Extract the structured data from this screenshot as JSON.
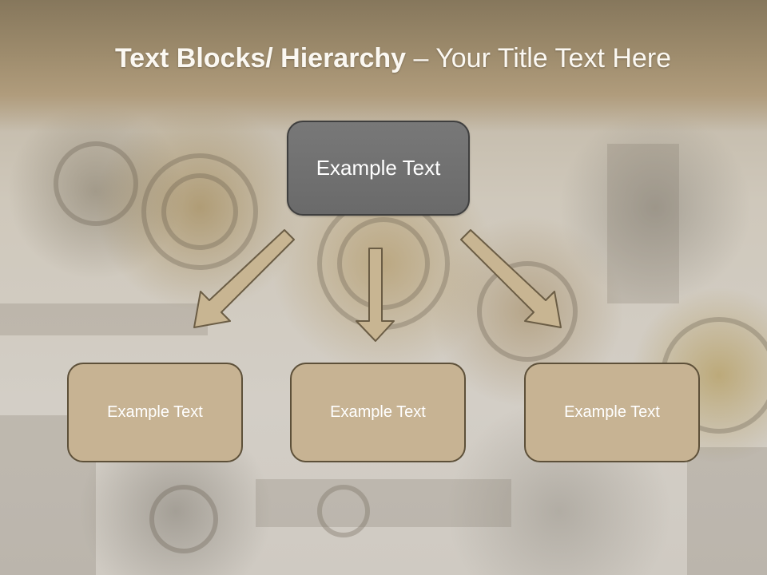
{
  "slide": {
    "title_bold": "Text Blocks/ Hierarchy",
    "title_rest": " – Your Title Text Here"
  },
  "hierarchy": {
    "top": {
      "label": "Example Text"
    },
    "children": [
      {
        "label": "Example Text"
      },
      {
        "label": "Example Text"
      },
      {
        "label": "Example Text"
      }
    ]
  },
  "colors": {
    "header": "#9d8b6c",
    "top_box": "#6f6f6f",
    "child_box": "#c7b393",
    "child_border": "#5d5039",
    "arrow_fill": "#c8b592",
    "arrow_stroke": "#6b5d45"
  }
}
